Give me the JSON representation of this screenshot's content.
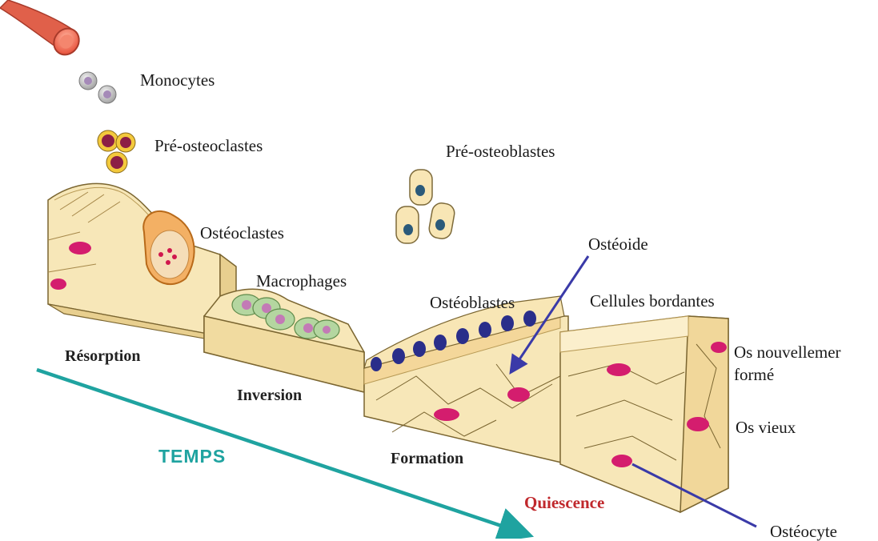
{
  "labels": {
    "monocytes": "Monocytes",
    "pre_osteoclastes": "Pré-osteoclastes",
    "pre_osteoblastes": "Pré-osteoblastes",
    "osteoclastes": "Ostéoclastes",
    "macrophages": "Macrophages",
    "osteoide": "Ostéoide",
    "osteoblastes": "Ostéoblastes",
    "cellules_bordantes": "Cellules bordantes",
    "os_nouvellement_line1": "Os nouvellemer",
    "os_nouvellement_line2": "formé",
    "os_vieux": "Os vieux",
    "osteocyte": "Ostéocyte"
  },
  "stages": {
    "resorption": "Résorption",
    "inversion": "Inversion",
    "formation": "Formation",
    "quiescence": "Quiescence"
  },
  "time_axis": {
    "label": "TEMPS"
  },
  "colors": {
    "bone": "#f7e7b8",
    "bone_side": "#e8cf8f",
    "osteocyte": "#d41d6e",
    "time_arrow": "#1fa3a0",
    "pointer": "#3a3aa8",
    "quiescence": "#c0282c"
  }
}
